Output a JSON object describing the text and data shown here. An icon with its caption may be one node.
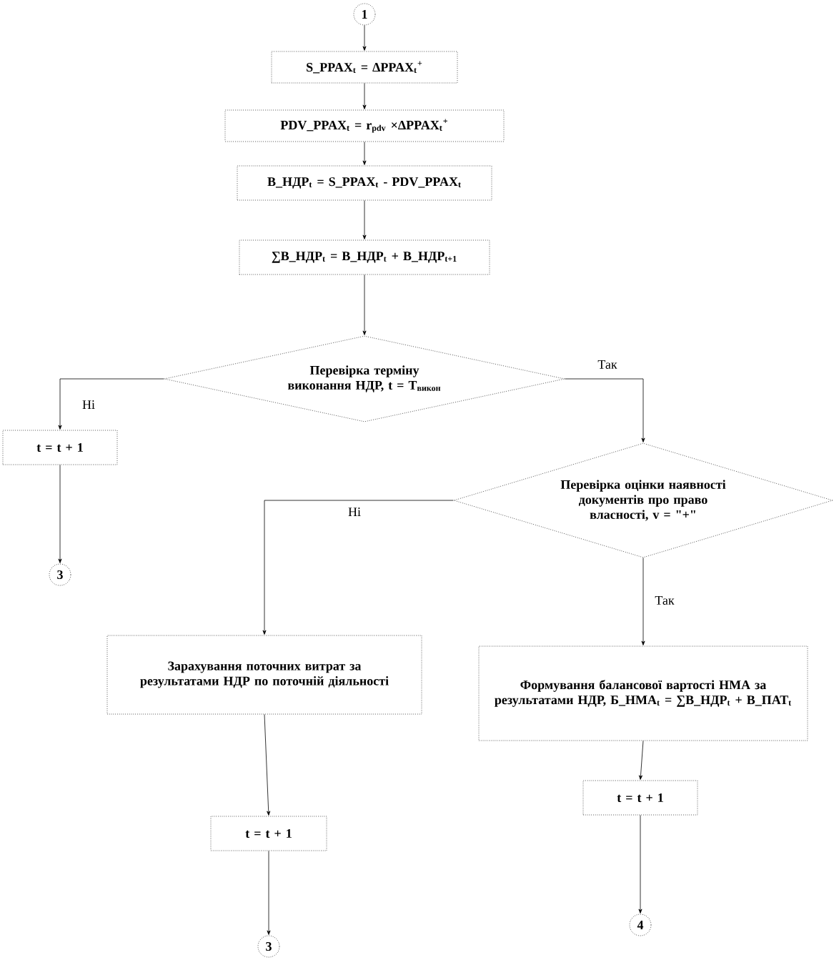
{
  "diagram": {
    "nodes": [
      {
        "text": [
          "1"
        ]
      },
      {
        "text": [
          "S_PPAX$_{t}$ = ΔPPAX$_{t}$$^{+}$"
        ]
      },
      {
        "text": [
          "PDV_PPAX$_{t}$ = r$_{pdv}$ ×ΔPPAX$_{t}$$^{+}$"
        ]
      },
      {
        "text": [
          "В_НДР$_{t}$ = S_PPAX$_{t}$ - PDV_PPAX$_{t}$"
        ]
      },
      {
        "text": [
          "∑В_НДР$_{t}$ = В_НДР$_{t}$ + В_НДР$_{t+1}$"
        ]
      },
      {
        "text": [
          "Перевірка терміну виконання НДР, t = T$_{викон}$"
        ]
      },
      {
        "text": [
          "t = t + 1"
        ]
      },
      {
        "text": [
          "3"
        ]
      },
      {
        "text": [
          "Перевірка оцінки наявності документів про право власності, v = \"+\""
        ]
      },
      {
        "text": [
          "Зарахування поточних витрат за результатами НДР по поточній діяльності"
        ]
      },
      {
        "text": [
          "Формування балансової вартості НМА за результатами НДР, Б_НМА$_{t}$ = ∑В_НДР$_{t}$ + В_ПАТ$_{t}$"
        ]
      },
      {
        "text": [
          "t = t + 1"
        ]
      },
      {
        "text": [
          "3"
        ]
      },
      {
        "text": [
          "t = t + 1"
        ]
      },
      {
        "text": [
          "4"
        ]
      }
    ],
    "edges": [
      {
        "from": 0,
        "to": 1,
        "arrow": "to"
      },
      {
        "from": 1,
        "to": 2,
        "arrow": "to"
      },
      {
        "from": 2,
        "to": 3,
        "arrow": "to"
      },
      {
        "from": 3,
        "to": 4,
        "arrow": "to"
      },
      {
        "from": 4,
        "to": 5,
        "arrow": "to"
      },
      {
        "from": 5,
        "to": 6,
        "arrow": "to",
        "label": "Ні"
      },
      {
        "from": 5,
        "to": 8,
        "arrow": "to",
        "label": "Так"
      },
      {
        "from": 6,
        "to": 7,
        "arrow": "to"
      },
      {
        "from": 8,
        "to": 9,
        "arrow": "to",
        "label": "Ні"
      },
      {
        "from": 8,
        "to": 10,
        "arrow": "to",
        "label": "Так"
      },
      {
        "from": 9,
        "to": 11,
        "arrow": "to"
      },
      {
        "from": 11,
        "to": 12,
        "arrow": "to"
      },
      {
        "from": 10,
        "to": 13,
        "arrow": "to"
      },
      {
        "from": 13,
        "to": 14,
        "arrow": "to"
      }
    ]
  }
}
